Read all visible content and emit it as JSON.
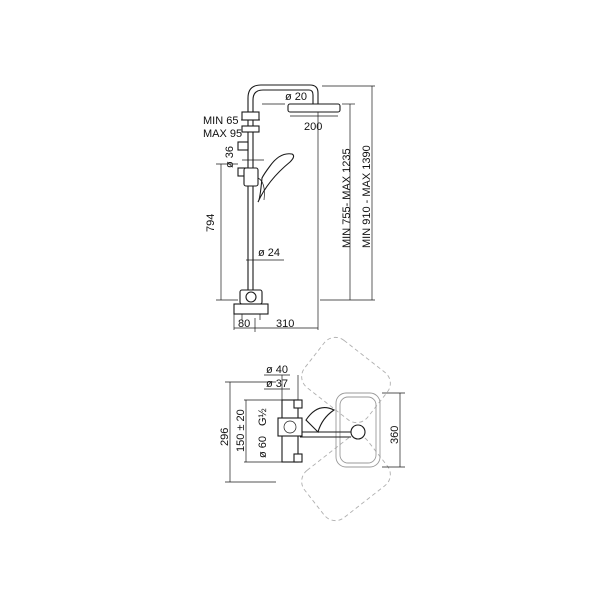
{
  "front_view": {
    "head_pipe_diameter": "ø 20",
    "head_diameter": "200",
    "min_arm": "MIN 65",
    "max_arm": "MAX 95",
    "bar_diameter": "ø 36",
    "bar_height": "794",
    "lower_pipe_diameter": "ø 24",
    "height_range_head": "MIN 755- MAX 1235",
    "height_range_total": "MIN 910 - MAX 1390",
    "valve_offset": "80",
    "head_projection": "310"
  },
  "bottom_view": {
    "outer_diameter": "ø 40",
    "inner_diameter": "ø 37",
    "thread": "G½",
    "centre_distance": "150 ± 20",
    "eccentric_diameter": "ø 60",
    "total_width": "296",
    "head_width": "360"
  }
}
